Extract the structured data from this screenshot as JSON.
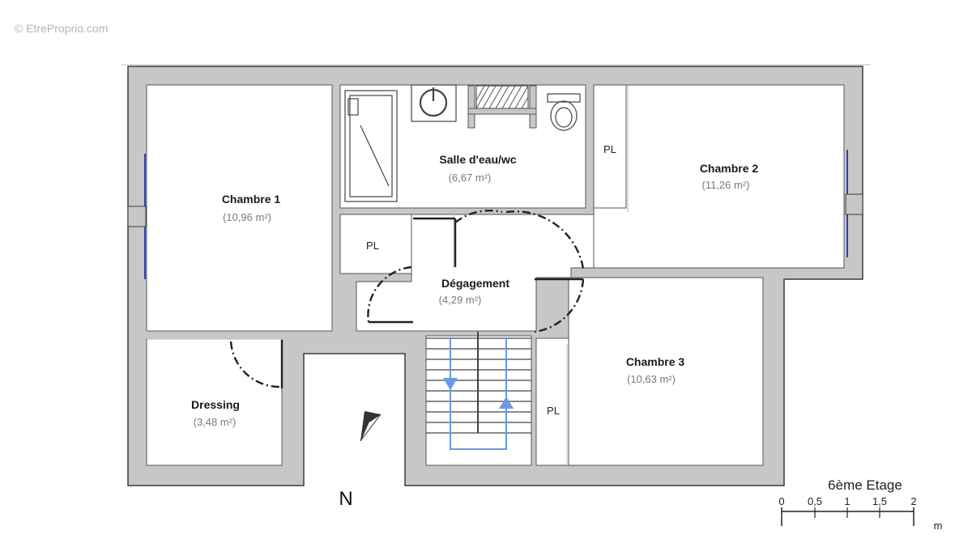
{
  "watermark": "© EtreProprio.com",
  "floor_label": "6ème Etage",
  "north_label": "N",
  "scale": {
    "ticks": [
      "0",
      "0,5",
      "1",
      "1,5",
      "2"
    ],
    "unit": "m"
  },
  "rooms": {
    "chambre1": {
      "name": "Chambre 1",
      "area": "(10,96 m²)"
    },
    "salle_eau": {
      "name": "Salle d'eau/wc",
      "area": "(6,67 m²)"
    },
    "chambre2": {
      "name": "Chambre 2",
      "area": "(11,26 m²)"
    },
    "degagement": {
      "name": "Dégagement",
      "area": "(4,29 m²)"
    },
    "chambre3": {
      "name": "Chambre 3",
      "area": "(10,63 m²)"
    },
    "dressing": {
      "name": "Dressing",
      "area": "(3,48 m²)"
    }
  },
  "closets": {
    "pl_label": "PL"
  },
  "colors": {
    "wall": "#c7c7c7",
    "wall_outline": "#3c3c3c",
    "stair_arrow": "#6a9ae3",
    "window": "#2b3fbf"
  }
}
